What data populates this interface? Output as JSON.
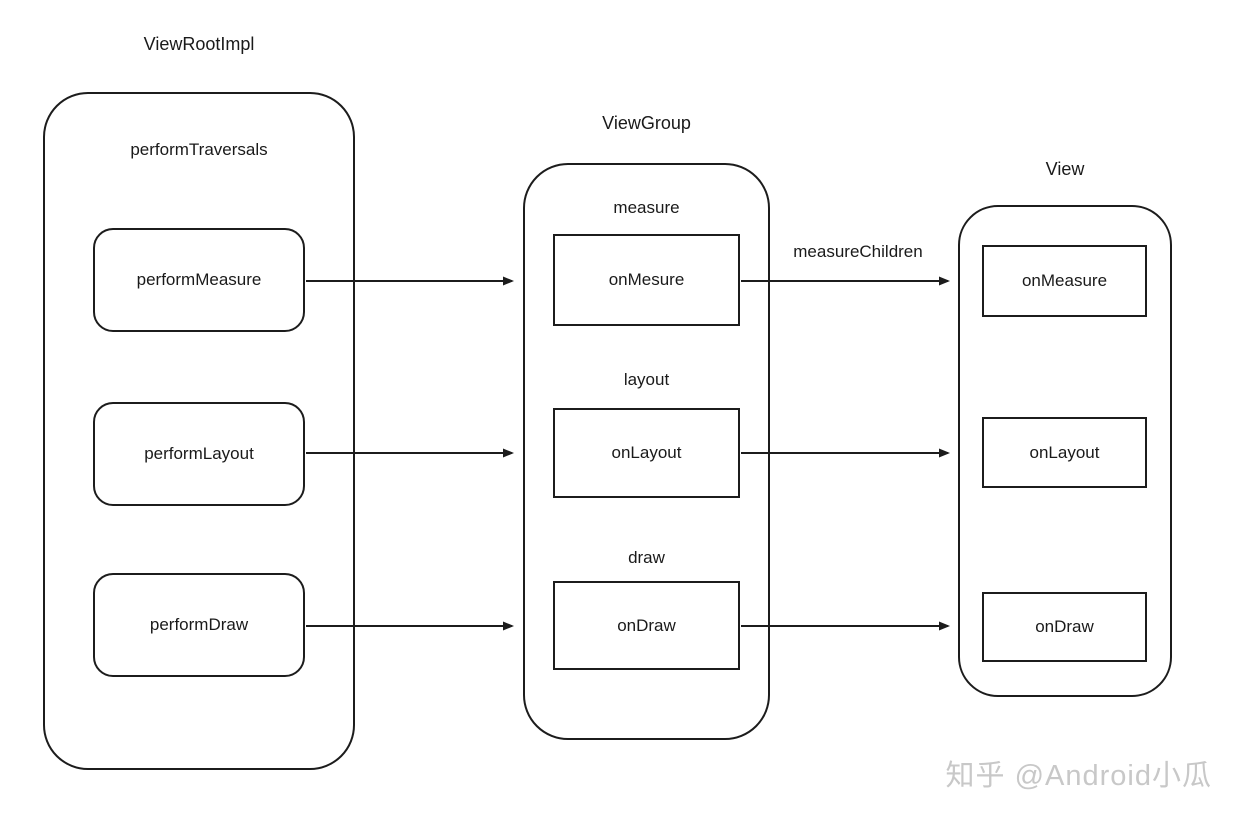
{
  "diagram": {
    "watermark": "知乎 @Android小瓜",
    "arrow_label": "measureChildren",
    "colors": {
      "stroke": "#1c1c1c",
      "background": "#ffffff",
      "watermark": "#c8c8c8"
    },
    "columns": {
      "viewrootimpl": {
        "title": "ViewRootImpl",
        "container_label": "performTraversals",
        "boxes": [
          {
            "label": "performMeasure"
          },
          {
            "label": "performLayout"
          },
          {
            "label": "performDraw"
          }
        ]
      },
      "viewgroup": {
        "title": "ViewGroup",
        "sections": [
          {
            "label": "measure",
            "box_label": "onMesure"
          },
          {
            "label": "layout",
            "box_label": "onLayout"
          },
          {
            "label": "draw",
            "box_label": "onDraw"
          }
        ]
      },
      "view": {
        "title": "View",
        "boxes": [
          {
            "label": "onMeasure"
          },
          {
            "label": "onLayout"
          },
          {
            "label": "onDraw"
          }
        ]
      }
    }
  }
}
